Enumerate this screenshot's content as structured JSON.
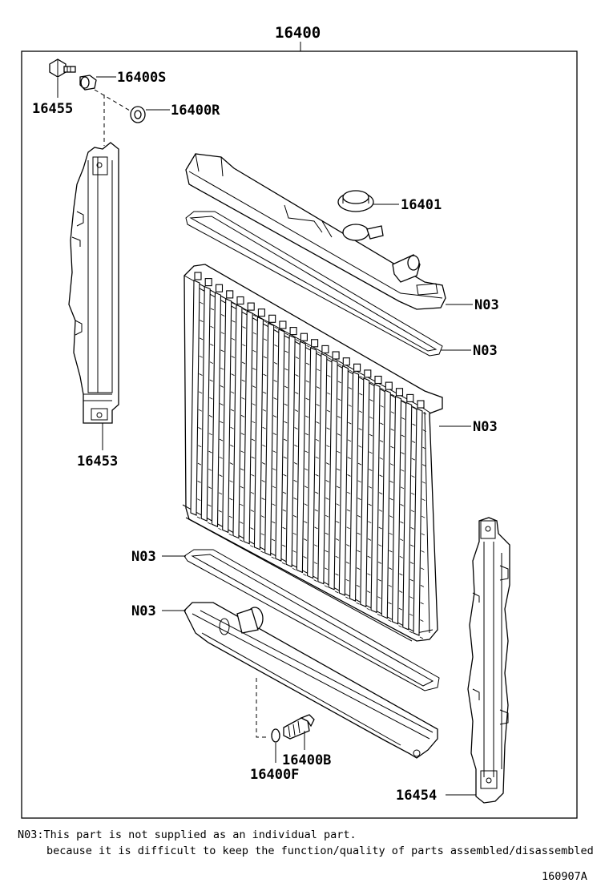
{
  "diagram": {
    "assembly_label": "16400",
    "labels": {
      "bolt": "16455",
      "drain_plug": "16400S",
      "drain_gasket": "16400R",
      "radiator_cap": "16401",
      "upper_tank": "N03",
      "upper_packing": "N03",
      "core": "N03",
      "lower_packing": "N03",
      "lower_tank": "N03",
      "left_support": "16453",
      "right_support": "16454",
      "drain_cock_plug": "16400B",
      "drain_cock_oring": "16400F"
    }
  },
  "footnote": {
    "line1": "N03:This part is not supplied as an individual part.",
    "line2": "because it is difficult to keep the function/quality of parts assembled/disassembled"
  },
  "figure_code": "160907A"
}
